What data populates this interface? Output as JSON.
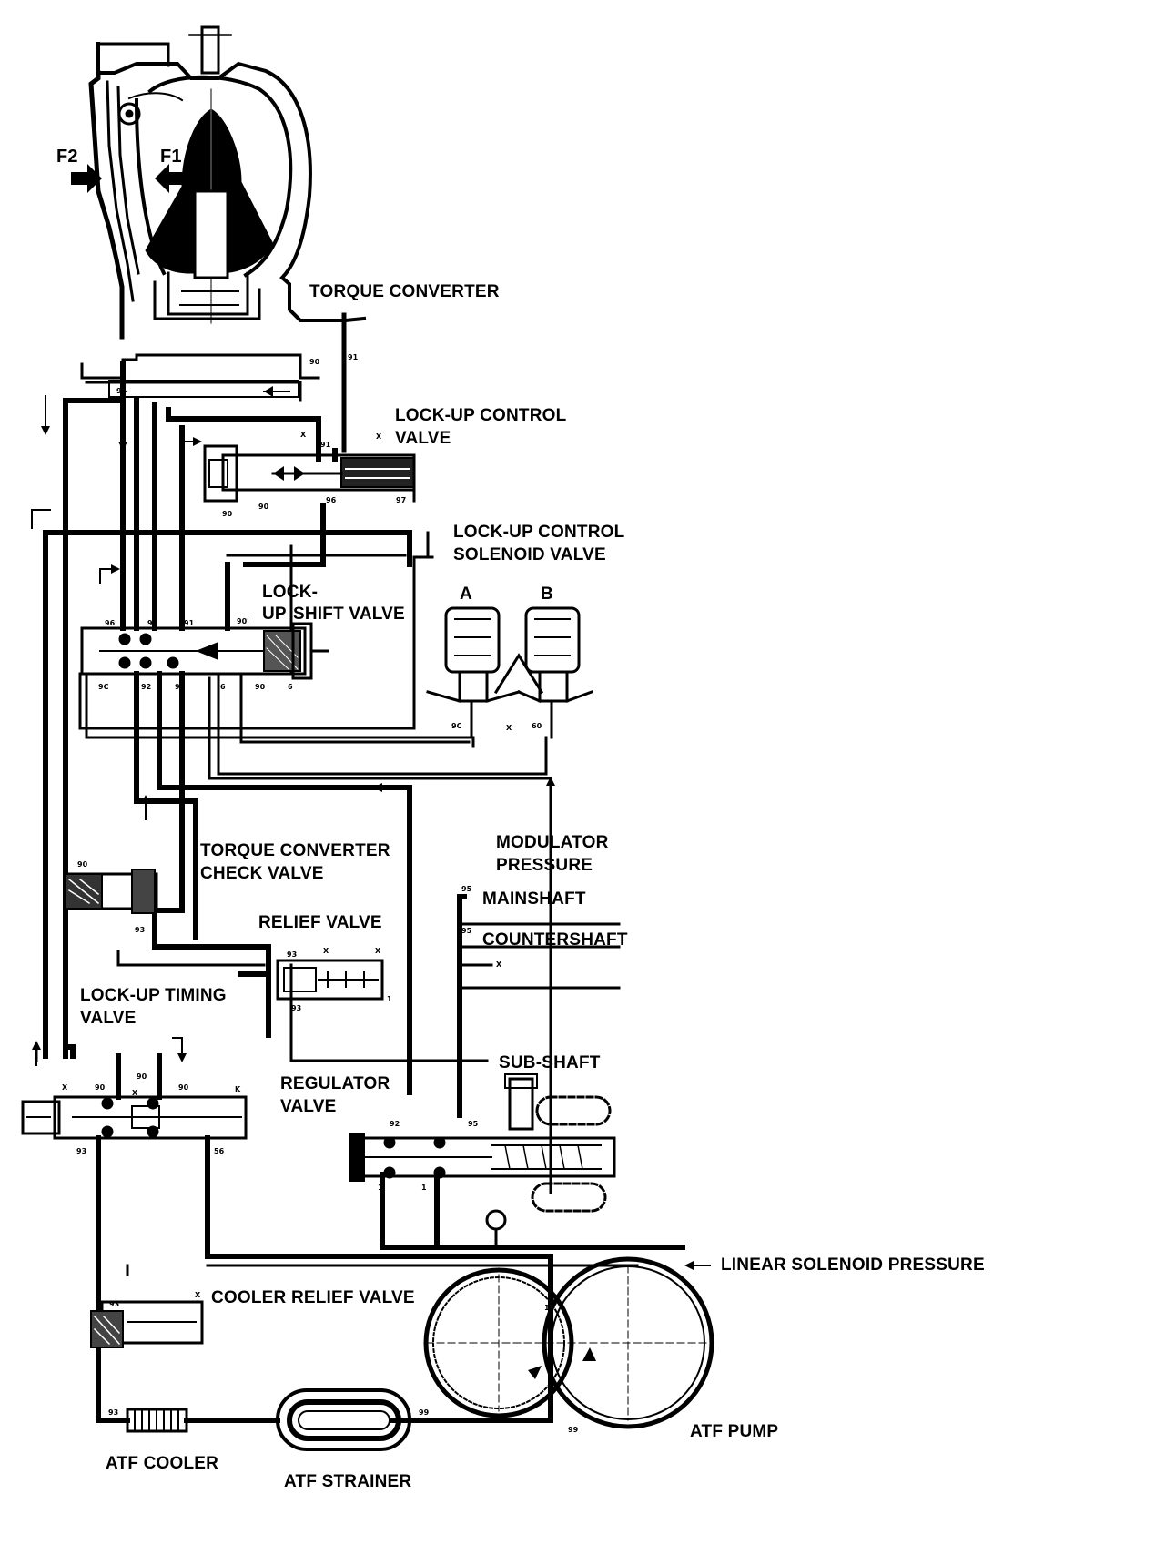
{
  "labels": {
    "torque_converter": "TORQUE CONVERTER",
    "f1": "F1",
    "f2": "F2",
    "lockup_control_valve_1": "LOCK-UP CONTROL",
    "lockup_control_valve_2": "VALVE",
    "lockup_control_solenoid_1": "LOCK-UP CONTROL",
    "lockup_control_solenoid_2": "SOLENOID VALVE",
    "solenoid_a": "A",
    "solenoid_b": "B",
    "lockup_shift_valve_1": "LOCK-",
    "lockup_shift_valve_2": "UP",
    "lockup_shift_valve_3": "SHIFT VALVE",
    "modulator_1": "MODULATOR",
    "modulator_2": "PRESSURE",
    "tc_check_1": "TORQUE CONVERTER",
    "tc_check_2": "CHECK VALVE",
    "mainshaft": "MAINSHAFT",
    "countershaft": "COUNTERSHAFT",
    "relief_valve": "RELIEF VALVE",
    "lockup_timing_1": "LOCK-UP TIMING",
    "lockup_timing_2": "VALVE",
    "sub_shaft": "SUB-SHAFT",
    "regulator_1": "REGULATOR",
    "regulator_2": "VALVE",
    "linear_solenoid": "LINEAR SOLENOID PRESSURE",
    "cooler_relief": "COOLER RELIEF VALVE",
    "atf_pump": "ATF PUMP",
    "atf_cooler": "ATF COOLER",
    "atf_strainer": "ATF STRAINER"
  },
  "ports": {
    "p91a": "91",
    "p90a": "90",
    "p94a": "94",
    "p91b": "91",
    "p96a": "96",
    "p97": "97",
    "p90b": "90",
    "p90c": "90",
    "px1": "X",
    "px2": "X",
    "p96b": "96",
    "p94b": "94",
    "p91c": "91",
    "p90d": "90'",
    "p9ca": "9C",
    "p92a": "92",
    "p93a": "93",
    "p6a": "6",
    "p90e": "90",
    "p6b": "6",
    "p9cb": "9C",
    "p60": "60",
    "px3": "X",
    "p90f": "90",
    "p93b": "93",
    "p95a": "95",
    "p95b": "95",
    "px4": "X",
    "p93c": "93",
    "p93d": "93",
    "px5": "X",
    "px6": "X",
    "p1a": "1",
    "p90g": "90",
    "p90h": "90",
    "p90i": "90",
    "px7": "X",
    "px8": "X",
    "pk": "K",
    "p93e": "93",
    "p56": "56",
    "p92b": "92",
    "p95c": "95",
    "p1b": "1",
    "p1c": "1",
    "p1d": "1",
    "p93f": "93",
    "px9": "X",
    "p93g": "93",
    "p99a": "99",
    "p99b": "99"
  }
}
